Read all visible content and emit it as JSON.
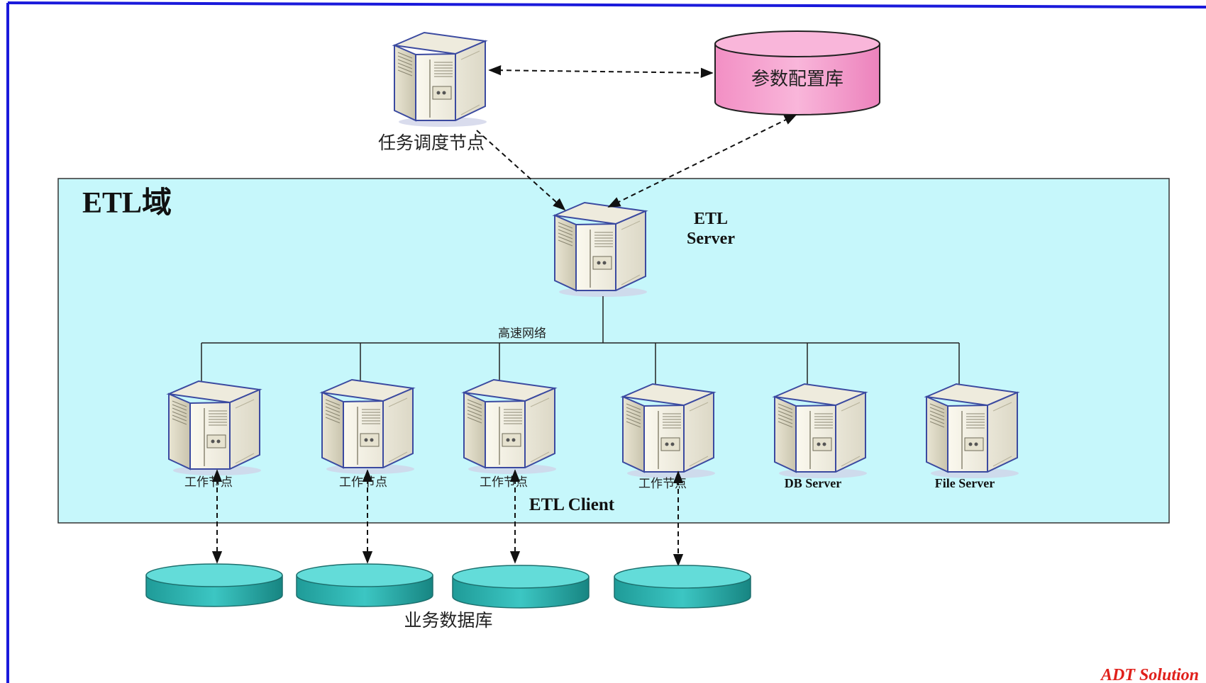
{
  "diagram": {
    "scheduler_label": "任务调度节点",
    "config_db_label": "参数配置库",
    "domain_title": "ETL域",
    "etl_server_label_line1": "ETL",
    "etl_server_label_line2": "Server",
    "network_label": "高速网络",
    "client_group_label": "ETL Client",
    "business_db_label": "业务数据库",
    "brand_text": "ADT Solution",
    "nodes": [
      {
        "label": "工作节点"
      },
      {
        "label": "工作节点"
      },
      {
        "label": "工作节点"
      },
      {
        "label": "工作节点"
      },
      {
        "label": "DB Server"
      },
      {
        "label": "File Server"
      }
    ],
    "colors": {
      "frame": "#1a1adb",
      "domain_fill": "#c6f7fb",
      "config_db_fill": "#f7a3cf",
      "business_db_fill": "#2eb7b4",
      "brand": "#e0201b"
    }
  }
}
